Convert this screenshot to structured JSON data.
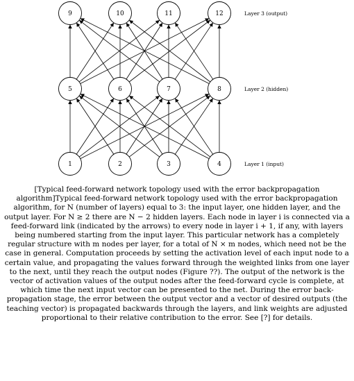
{
  "diagram": {
    "layers": [
      {
        "label": "Layer 1 (input)",
        "nodes": [
          "1",
          "2",
          "3",
          "4"
        ]
      },
      {
        "label": "Layer 2 (hidden)",
        "nodes": [
          "5",
          "6",
          "7",
          "8"
        ]
      },
      {
        "label": "Layer 3 (output)",
        "nodes": [
          "9",
          "10",
          "11",
          "12"
        ]
      }
    ]
  },
  "caption": {
    "text": "[Typical feed-forward network topology used with the error backpropagation algorithm]Typical feed-forward network topology used with the error backpropagation algorithm, for N (number of layers) equal to 3: the input layer, one hidden layer, and the output layer. For N ≥ 2 there are N − 2 hidden layers. Each node in layer i is connected via a feed-forward link (indicated by the arrows) to every node in layer i + 1, if any, with layers being numbered starting from the input layer. This particular network has a completely regular structure with m nodes per layer, for a total of N × m nodes, which need not be the case in general. Computation proceeds by setting the activation level of each input node to a certain value, and propagating the values forward through the weighted links from one layer to the next, until they reach the output nodes (Figure ??). The output of the network is the vector of activation values of the output nodes after the feed-forward cycle is complete, at which time the next input vector can be presented to the net. During the error back-propagation stage, the error between the output vector and a vector of desired outputs (the teaching vector) is propagated backwards through the layers, and link weights are adjusted proportional to their relative contribution to the error. See [?] for details."
  }
}
